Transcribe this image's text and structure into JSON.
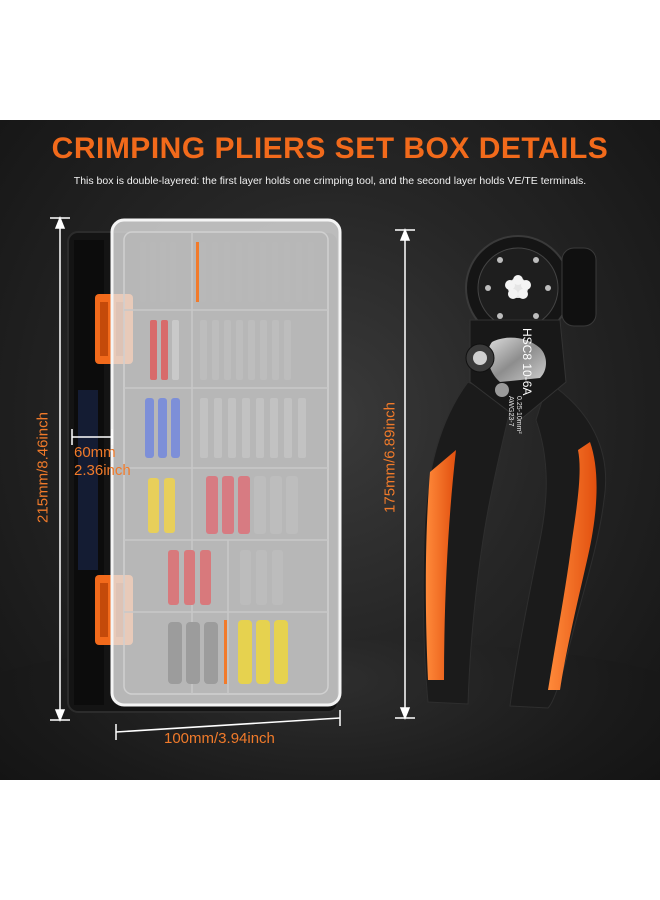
{
  "title": "CRIMPING PLIERS SET BOX DETAILS",
  "subtitle": "This box is double-layered: the first layer holds one crimping tool, and the second layer holds VE/TE terminals.",
  "dimensions": {
    "box_height": "215mm/8.46inch",
    "box_width": "100mm/3.94inch",
    "box_depth_mm": "60mm",
    "box_depth_inch": "2.36inch",
    "tool_length": "175mm/6.89inch"
  },
  "tool_markings": {
    "model": "HSC8 10-6A",
    "range_mm": "0.25-10mm²",
    "range_awg": "AWG23-7"
  },
  "colors": {
    "accent": "#f26a1b",
    "background": "#222222",
    "handle_orange": "#f2621a",
    "handle_black": "#1a1a1a"
  }
}
